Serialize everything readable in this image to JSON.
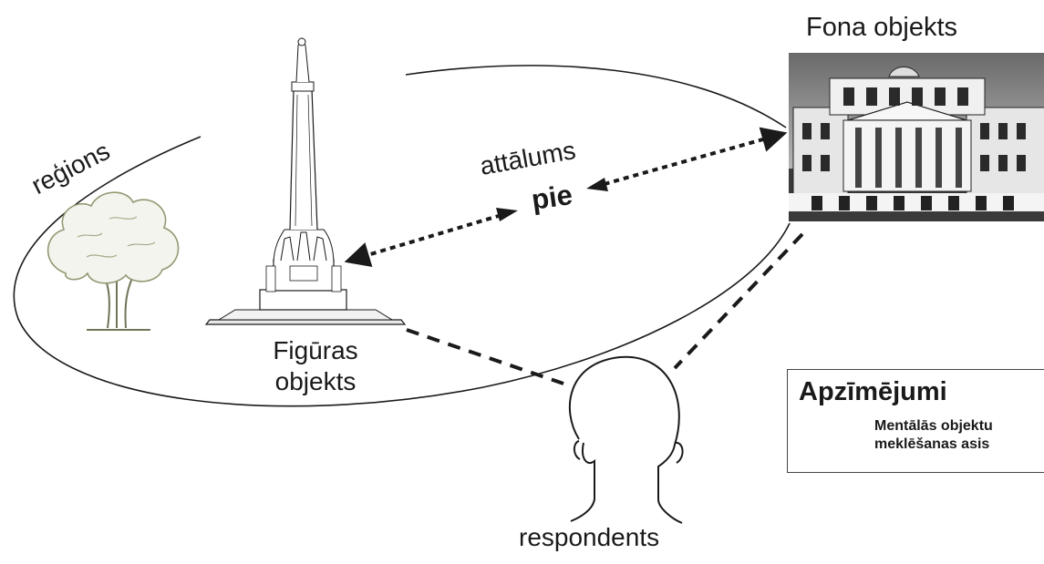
{
  "labels": {
    "background_object": "Fona objekts",
    "figure_object_line1": "Figūras",
    "figure_object_line2": "objekts",
    "respondent": "respondents",
    "region": "reģions",
    "distance_line1": "attālums",
    "distance_line2": "pie"
  },
  "legend": {
    "title": "Apzīmējumi",
    "item_line1": "Mentālās objektu",
    "item_line2": "meklēšanas asis"
  },
  "colors": {
    "ink": "#1a1a1a",
    "tree": "#8f9a72",
    "building_dark": "#3a3a3a"
  },
  "icons": {
    "monument": "freedom-monument-drawing",
    "building": "opera-house-photo",
    "tree": "oak-tree-drawing",
    "head": "respondent-head-drawing"
  }
}
